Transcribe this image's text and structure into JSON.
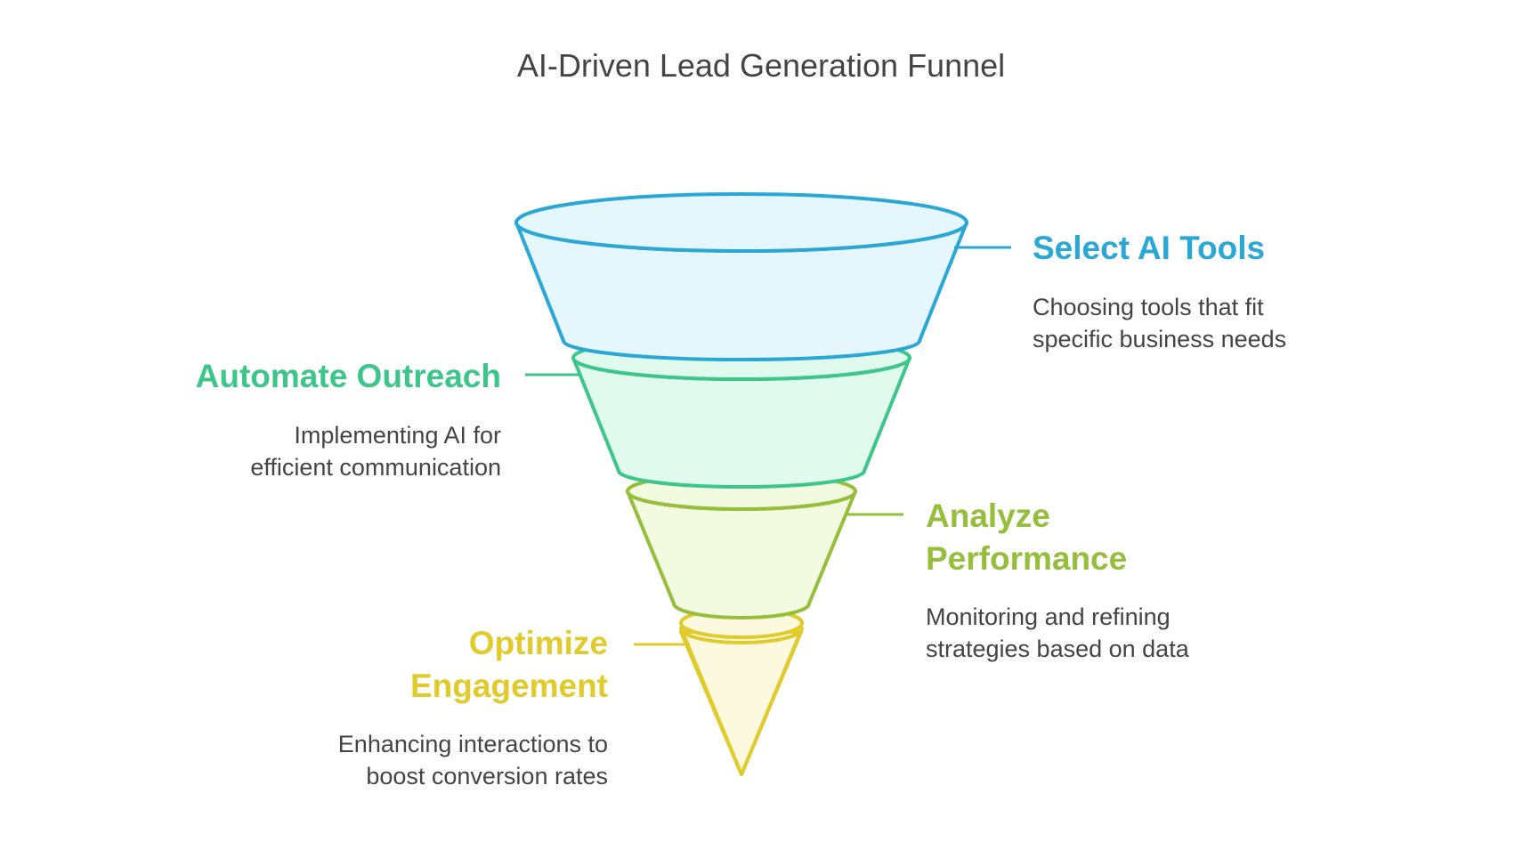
{
  "title": "AI-Driven Lead Generation Funnel",
  "stages": [
    {
      "title_lines": [
        "Select AI Tools"
      ],
      "description_lines": [
        "Choosing tools that fit",
        "specific business needs"
      ],
      "stroke_color": "#29A8D6",
      "fill_color": "#E5F6FC",
      "side": "right"
    },
    {
      "title_lines": [
        "Automate Outreach"
      ],
      "description_lines": [
        "Implementing AI for",
        "efficient communication"
      ],
      "stroke_color": "#3CC68A",
      "fill_color": "#E0FAEE",
      "side": "left"
    },
    {
      "title_lines": [
        "Analyze",
        "Performance"
      ],
      "description_lines": [
        "Monitoring and refining",
        "strategies based on data"
      ],
      "stroke_color": "#95BE3A",
      "fill_color": "#F2FADF",
      "side": "right"
    },
    {
      "title_lines": [
        "Optimize",
        "Engagement"
      ],
      "description_lines": [
        "Enhancing interactions to",
        "boost conversion rates"
      ],
      "stroke_color": "#E0CB2B",
      "fill_color": "#FDF9DE",
      "side": "left"
    }
  ]
}
